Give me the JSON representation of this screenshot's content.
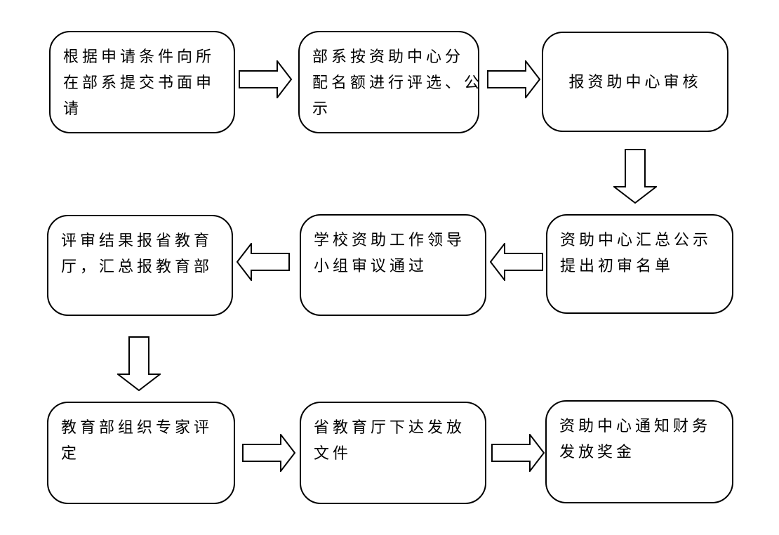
{
  "page": {
    "background_color": "#ffffff",
    "line_color": "#000000",
    "fill_color": "#ffffff"
  },
  "flowchart": {
    "boxes": [
      {
        "id": "submit-application",
        "text": "根据申请条件向所\n在部系提交书面申\n请"
      },
      {
        "id": "dept-selection",
        "text": "部系按资助中心分\n配名额进行评选、公\n示"
      },
      {
        "id": "report-to-center",
        "text": "报资助中心审核"
      },
      {
        "id": "center-summary",
        "text": "资助中心汇总公示\n提出初审名单"
      },
      {
        "id": "school-group-review",
        "text": "学校资助工作领导\n小组审议通过"
      },
      {
        "id": "report-provincial",
        "text": "评审结果报省教育\n厅，汇总报教育部"
      },
      {
        "id": "moe-expert-evaluation",
        "text": "教育部组织专家评\n定"
      },
      {
        "id": "provincial-issue-doc",
        "text": "省教育厅下达发放\n文件"
      },
      {
        "id": "notify-finance",
        "text": "资助中心通知财务\n发放奖金"
      }
    ],
    "connectors": [
      {
        "from": "submit-application",
        "to": "dept-selection",
        "direction": "right"
      },
      {
        "from": "dept-selection",
        "to": "report-to-center",
        "direction": "right"
      },
      {
        "from": "report-to-center",
        "to": "center-summary",
        "direction": "down"
      },
      {
        "from": "center-summary",
        "to": "school-group-review",
        "direction": "left"
      },
      {
        "from": "school-group-review",
        "to": "report-provincial",
        "direction": "left"
      },
      {
        "from": "report-provincial",
        "to": "moe-expert-evaluation",
        "direction": "down"
      },
      {
        "from": "moe-expert-evaluation",
        "to": "provincial-issue-doc",
        "direction": "right"
      },
      {
        "from": "provincial-issue-doc",
        "to": "notify-finance",
        "direction": "right"
      }
    ]
  }
}
